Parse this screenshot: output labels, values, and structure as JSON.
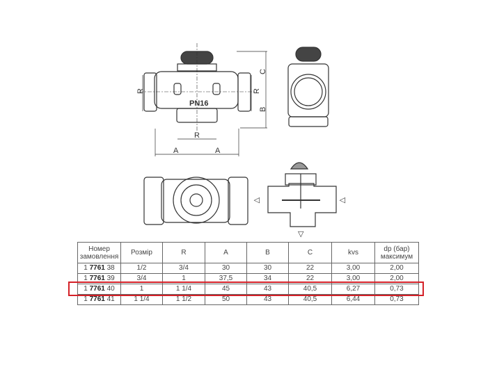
{
  "drawing": {
    "dim_labels": {
      "r": "R",
      "a": "A",
      "b": "B",
      "c": "C"
    },
    "marking": "PN16",
    "flow_arrow": "▽"
  },
  "table": {
    "headers": [
      "Номер замовлення",
      "Розмір",
      "R",
      "A",
      "B",
      "C",
      "kvs",
      "dp (бар) максимум"
    ],
    "rows": [
      {
        "prefix": "1",
        "code": "7761",
        "suffix": "38",
        "size": "1/2",
        "r": "3/4",
        "a": "30",
        "b": "30",
        "c": "22",
        "kvs": "3,00",
        "dp": "2,00"
      },
      {
        "prefix": "1",
        "code": "7761",
        "suffix": "39",
        "size": "3/4",
        "r": "1",
        "a": "37,5",
        "b": "34",
        "c": "22",
        "kvs": "3,00",
        "dp": "2,00"
      },
      {
        "prefix": "1",
        "code": "7761",
        "suffix": "40",
        "size": "1",
        "r": "1 1/4",
        "a": "45",
        "b": "43",
        "c": "40,5",
        "kvs": "6,27",
        "dp": "0,73"
      },
      {
        "prefix": "1",
        "code": "7761",
        "suffix": "41",
        "size": "1 1/4",
        "r": "1 1/2",
        "a": "50",
        "b": "43",
        "c": "40,5",
        "kvs": "6,44",
        "dp": "0,73"
      }
    ],
    "highlighted_row": 2,
    "highlight_color": "#d42027"
  }
}
